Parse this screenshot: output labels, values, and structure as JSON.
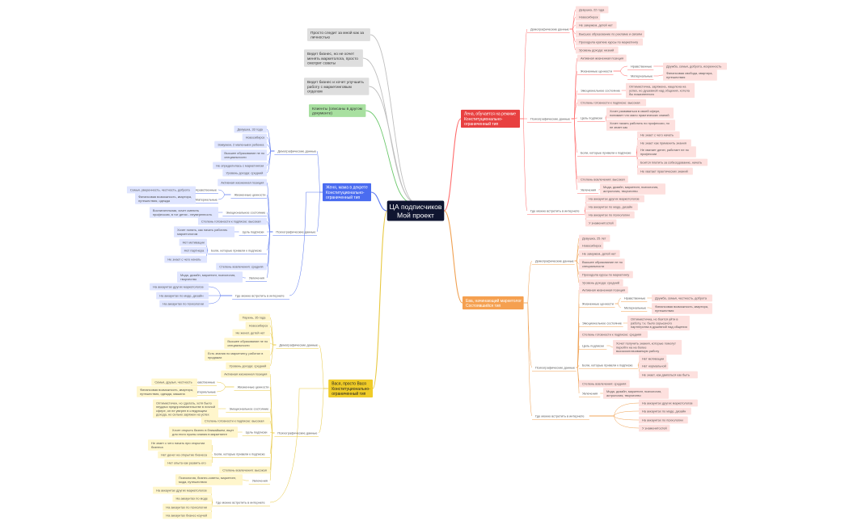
{
  "colors": {
    "red": "#ff6b6b",
    "orange": "#f0a050",
    "blue": "#5a78f0",
    "yellow": "#e8c840",
    "green": "#6cc86c",
    "gray": "#bfbfbf",
    "root_fill": "#0f1530",
    "red_fill": "#e84040",
    "red_leaf_fill": "#fde0de",
    "orange_fill": "#f5a050",
    "orange_leaf_fill": "#fde0de",
    "blue_fill": "#4a6cf0",
    "blue_leaf_fill": "#dfe5ff",
    "yellow_fill": "#f0cc28",
    "yellow_leaf_fill": "#fff6cc",
    "green_fill": "#a8e0a0",
    "gray_fill": "#dedede"
  },
  "root": {
    "lines": [
      "ЦА подписчиков",
      "Мой проект"
    ]
  },
  "gray_nodes": [
    {
      "id": "g1",
      "lines": [
        "Просто следит за мной как за",
        "личностью"
      ]
    },
    {
      "id": "g2",
      "lines": [
        "Ведет бизнес, но не хочет",
        "менять маркетолога, просто",
        "смотрит советы"
      ]
    },
    {
      "id": "g3",
      "lines": [
        "Ведет бизнес и хочет улучшить",
        "работу с маркетинговым",
        "отделом"
      ]
    }
  ],
  "green_node": {
    "lines": [
      "Клиенты (описаны в другом",
      "документе)"
    ]
  },
  "branches": {
    "lena": {
      "lines": [
        "Лена, обучается на режиме",
        "Конституционально-",
        "ограниченный тип"
      ],
      "nodes": [
        {
          "id": "lena_demo",
          "lines": [
            "Демографические данные"
          ]
        },
        {
          "id": "l_d1",
          "lines": [
            "Девушка, 22 года"
          ]
        },
        {
          "id": "l_d2",
          "lines": [
            "Новосибирск"
          ]
        },
        {
          "id": "l_d3",
          "lines": [
            "Не замужем, детей нет"
          ]
        },
        {
          "id": "l_d4",
          "lines": [
            "Высшее образование по рекламе и связям"
          ]
        },
        {
          "id": "l_d5",
          "lines": [
            "Проходила краткие курсы по маркетингу"
          ]
        },
        {
          "id": "l_d6",
          "lines": [
            "Уровень дохода: низкий"
          ]
        },
        {
          "id": "lena_psy",
          "lines": [
            "Психографические данные"
          ]
        },
        {
          "id": "l_p1",
          "lines": [
            "Активная жизненная позиция"
          ]
        },
        {
          "id": "l_p2",
          "lines": [
            "Жизненные ценности"
          ]
        },
        {
          "id": "l_p2a",
          "lines": [
            "Нравственные"
          ]
        },
        {
          "id": "l_p2a1",
          "lines": [
            "Дружба, семья, доброта, искренность"
          ]
        },
        {
          "id": "l_p2b",
          "lines": [
            "Материальные"
          ]
        },
        {
          "id": "l_p2b1",
          "lines": [
            "Финансовая свобода, квартира,",
            "путешествия"
          ]
        },
        {
          "id": "l_p3",
          "lines": [
            "Эмоциональное состояние"
          ]
        },
        {
          "id": "l_p3a",
          "lines": [
            "Оптимистична, заряжена, нацелена на",
            "успех, но душевной над общения, хотела",
            "бы пожизненного"
          ]
        },
        {
          "id": "l_p4",
          "lines": [
            "Степень готовности к подписке: высокая"
          ]
        },
        {
          "id": "l_p5",
          "lines": [
            "Цель подписки"
          ]
        },
        {
          "id": "l_p5a",
          "lines": [
            "Хочет развиваться в своей сфере,",
            "понимает что мало практических знаний"
          ]
        },
        {
          "id": "l_p5b",
          "lines": [
            "Хочет начать работать по профессии, но",
            "не знает как"
          ]
        },
        {
          "id": "l_p6",
          "lines": [
            "Боли, которые привели к подписке"
          ]
        },
        {
          "id": "l_p6a",
          "lines": [
            "Не знает с чего начать"
          ]
        },
        {
          "id": "l_p6b",
          "lines": [
            "Не знает как применить знания"
          ]
        },
        {
          "id": "l_p6c",
          "lines": [
            "Не хватает денег, работает не по",
            "профессии"
          ]
        },
        {
          "id": "l_p6d",
          "lines": [
            "Боится платить за собеседование, начать"
          ]
        },
        {
          "id": "l_p6e",
          "lines": [
            "Не хватает практических знаний"
          ]
        },
        {
          "id": "l_p7",
          "lines": [
            "Степень вовлечения: высокая"
          ]
        },
        {
          "id": "l_p8",
          "lines": [
            "Увлечения"
          ]
        },
        {
          "id": "l_p8a",
          "lines": [
            "Мода, дизайн, маркетинг, психология,",
            "астрология, творчество"
          ]
        },
        {
          "id": "lena_where",
          "lines": [
            "Где можно встретить в интернете"
          ]
        },
        {
          "id": "l_w1",
          "lines": [
            "На аккаунтах других маркетологов"
          ]
        },
        {
          "id": "l_w2",
          "lines": [
            "На аккаунтах по моде, дизайн"
          ]
        },
        {
          "id": "l_w3",
          "lines": [
            "На аккаунтах по психологии"
          ]
        },
        {
          "id": "l_w4",
          "lines": [
            "У знаменитостей"
          ]
        }
      ]
    },
    "eva": {
      "lines": [
        "Ева, начинающий маркетолог",
        "Состоявшийся тип"
      ],
      "nodes": [
        {
          "id": "eva_demo",
          "lines": [
            "Демографические данные"
          ]
        },
        {
          "id": "e_d1",
          "lines": [
            "Девушка, 25 лет"
          ]
        },
        {
          "id": "e_d2",
          "lines": [
            "Новосибирск"
          ]
        },
        {
          "id": "e_d3",
          "lines": [
            "Не замужем, детей нет"
          ]
        },
        {
          "id": "e_d4",
          "lines": [
            "Высшее образование не по",
            "специальности"
          ]
        },
        {
          "id": "e_d5",
          "lines": [
            "Проходила курсы по маркетингу"
          ]
        },
        {
          "id": "e_d6",
          "lines": [
            "Уровень дохода: средний"
          ]
        },
        {
          "id": "eva_psy",
          "lines": [
            "Психографические данные"
          ]
        },
        {
          "id": "e_p1",
          "lines": [
            "Активная жизненная позиция"
          ]
        },
        {
          "id": "e_p2",
          "lines": [
            "Жизненные ценности"
          ]
        },
        {
          "id": "e_p2a",
          "lines": [
            "Нравственные"
          ]
        },
        {
          "id": "e_p2a1",
          "lines": [
            "Дружба, семья, честность, доброта"
          ]
        },
        {
          "id": "e_p2b",
          "lines": [
            "Материальные"
          ]
        },
        {
          "id": "e_p2b1",
          "lines": [
            "Финансовая возможность, квартира,",
            "путешествия"
          ]
        },
        {
          "id": "e_p3",
          "lines": [
            "Эмоциональное состояние"
          ]
        },
        {
          "id": "e_p3a",
          "lines": [
            "Оптимистична, но боится уйти в",
            "работу, т.к. было серьезного",
            "партнерства в душевной над общения"
          ]
        },
        {
          "id": "e_p4",
          "lines": [
            "Степень готовности к подписке: средняя"
          ]
        },
        {
          "id": "e_p5",
          "lines": [
            "Цель подписки"
          ]
        },
        {
          "id": "e_p5a",
          "lines": [
            "Хочет получить знания, которые помогут",
            "перейти на на более",
            "высокооплачиваемую работу"
          ]
        },
        {
          "id": "e_p6",
          "lines": [
            "Боли, которые привели к подписке"
          ]
        },
        {
          "id": "e_p6a",
          "lines": [
            "Нет мотивации"
          ]
        },
        {
          "id": "e_p6b",
          "lines": [
            "Нет нормальной"
          ]
        },
        {
          "id": "e_p6c",
          "lines": [
            "Не знает, как двигаться как быть"
          ]
        },
        {
          "id": "e_p7",
          "lines": [
            "Степень вовлечения: средняя"
          ]
        },
        {
          "id": "e_p8",
          "lines": [
            "Увлечения"
          ]
        },
        {
          "id": "e_p8a",
          "lines": [
            "Мода, дизайн, маркетинг, психология,",
            "астрология, творчество"
          ]
        },
        {
          "id": "eva_where",
          "lines": [
            "Где можно встретить в интернете"
          ]
        },
        {
          "id": "e_w1",
          "lines": [
            "На аккаунтах других маркетологов"
          ]
        },
        {
          "id": "e_w2",
          "lines": [
            "На аккаунтах по моде, дизайн"
          ]
        },
        {
          "id": "e_w3",
          "lines": [
            "На аккаунтах по психологии"
          ]
        },
        {
          "id": "e_w4",
          "lines": [
            "У знаменитостей"
          ]
        }
      ]
    },
    "zhenya": {
      "lines": [
        "Женя, мама в декрете",
        "Конституционально-",
        "ограниченный тип"
      ],
      "nodes": [
        {
          "id": "zh_demo",
          "lines": [
            "Демографические данные"
          ]
        },
        {
          "id": "z_d1",
          "lines": [
            "Девушка, 33 года"
          ]
        },
        {
          "id": "z_d2",
          "lines": [
            "Новосибирск"
          ]
        },
        {
          "id": "z_d3",
          "lines": [
            "Замужем, 2 маленьких ребенка"
          ]
        },
        {
          "id": "z_d4",
          "lines": [
            "Высшее образование не по",
            "специальности"
          ]
        },
        {
          "id": "z_d5",
          "lines": [
            "Не определилась с маркетингом"
          ]
        },
        {
          "id": "z_d6",
          "lines": [
            "Уровень дохода: средний"
          ]
        },
        {
          "id": "zh_psy",
          "lines": [
            "Психографические данные"
          ]
        },
        {
          "id": "z_p1",
          "lines": [
            "Активная жизненная позиция"
          ]
        },
        {
          "id": "z_p2",
          "lines": [
            "Жизненные ценности"
          ]
        },
        {
          "id": "z_p2a",
          "lines": [
            "Нравственные"
          ]
        },
        {
          "id": "z_p2a1",
          "lines": [
            "Семья, уверенность, честность, доброта"
          ]
        },
        {
          "id": "z_p2b",
          "lines": [
            "Материальные"
          ]
        },
        {
          "id": "z_p2b1",
          "lines": [
            "Финансовая возможность, квартира,",
            "путешествия, одежда"
          ]
        },
        {
          "id": "z_p3",
          "lines": [
            "Эмоциональное состояние"
          ]
        },
        {
          "id": "z_p3a",
          "lines": [
            "Воспитательная, хочет сменить",
            "профессию, в тот детях - неуверенность"
          ]
        },
        {
          "id": "z_p4",
          "lines": [
            "Степень готовности к подписке: высокая"
          ]
        },
        {
          "id": "z_p5",
          "lines": [
            "Цель подписки"
          ]
        },
        {
          "id": "z_p5a",
          "lines": [
            "Хочет понять, как начать работать",
            "маркетологом"
          ]
        },
        {
          "id": "z_p6",
          "lines": [
            "Боли, которые привели к подписке"
          ]
        },
        {
          "id": "z_p6a",
          "lines": [
            "Нет мотивации"
          ]
        },
        {
          "id": "z_p6b",
          "lines": [
            "Нет партнера"
          ]
        },
        {
          "id": "z_p6c",
          "lines": [
            "Не знает с чего начать"
          ]
        },
        {
          "id": "z_p7",
          "lines": [
            "Степень вовлечения: средняя"
          ]
        },
        {
          "id": "z_p8",
          "lines": [
            "Увлечения"
          ]
        },
        {
          "id": "z_p8a",
          "lines": [
            "Мода, дизайн, маркетинг, психология,",
            "творчество"
          ]
        },
        {
          "id": "zh_where",
          "lines": [
            "Где можно встретить в интернете"
          ]
        },
        {
          "id": "z_w1",
          "lines": [
            "На аккаунтах других маркетологов"
          ]
        },
        {
          "id": "z_w2",
          "lines": [
            "На аккаунтах по моде, дизайн"
          ]
        },
        {
          "id": "z_w3",
          "lines": [
            "На аккаунтах по психологии"
          ]
        }
      ]
    },
    "vasya": {
      "lines": [
        "Вася, просто Вася",
        "Конституционально-",
        "ограниченный тип"
      ],
      "nodes": [
        {
          "id": "va_demo",
          "lines": [
            "Демографические данные"
          ]
        },
        {
          "id": "v_d1",
          "lines": [
            "Парень, 35 года"
          ]
        },
        {
          "id": "v_d2",
          "lines": [
            "Новосибирск"
          ]
        },
        {
          "id": "v_d3",
          "lines": [
            "Не женат, детей нет"
          ]
        },
        {
          "id": "v_d4",
          "lines": [
            "Высшее образование не по",
            "специальности"
          ]
        },
        {
          "id": "v_d5",
          "lines": [
            "Есть знания по маркетингу, работал в",
            "продажах"
          ]
        },
        {
          "id": "v_d6",
          "lines": [
            "Уровень дохода: средний"
          ]
        },
        {
          "id": "va_psy",
          "lines": [
            "Психографические данные"
          ]
        },
        {
          "id": "v_p1",
          "lines": [
            "Активная жизненная позиция"
          ]
        },
        {
          "id": "v_p2",
          "lines": [
            "Жизненные ценности"
          ]
        },
        {
          "id": "v_p2a",
          "lines": [
            "Нравственные"
          ]
        },
        {
          "id": "v_p2a1",
          "lines": [
            "Семья, друзья, честность"
          ]
        },
        {
          "id": "v_p2b",
          "lines": [
            "Материальные"
          ]
        },
        {
          "id": "v_p2b1",
          "lines": [
            "Финансовая возможность, квартира,",
            "путешествия, одежда, машина"
          ]
        },
        {
          "id": "v_p3",
          "lines": [
            "Эмоциональное состояние"
          ]
        },
        {
          "id": "v_p3a",
          "lines": [
            "Оптимистичен, но сделать, хотя было",
            "неудачи предпринимательстве в личной",
            "сфере, он не уверен в следующем",
            "дохода, но сильно заряжен на успех"
          ]
        },
        {
          "id": "v_p4",
          "lines": [
            "Степень готовности к подписке: высокая"
          ]
        },
        {
          "id": "v_p5",
          "lines": [
            "Цель подписки"
          ]
        },
        {
          "id": "v_p5a",
          "lines": [
            "Хочет открыть бизнес в ближайшем, ищет",
            "для этого нужны знания в маркетинге"
          ]
        },
        {
          "id": "v_p6",
          "lines": [
            "Боли, которые привели к подписке"
          ]
        },
        {
          "id": "v_p6a",
          "lines": [
            "Не знает с чего начать при открытии",
            "бизнеса"
          ]
        },
        {
          "id": "v_p6b",
          "lines": [
            "Нет денег на открытие бизнеса"
          ]
        },
        {
          "id": "v_p6c",
          "lines": [
            "Нет опыта как развить его"
          ]
        },
        {
          "id": "v_p7",
          "lines": [
            "Степень вовлечения: высокая"
          ]
        },
        {
          "id": "v_p8",
          "lines": [
            "Увлечения"
          ]
        },
        {
          "id": "v_p8a",
          "lines": [
            "Психология, бизнес-советы, маркетинг,",
            "мода, путешествия"
          ]
        },
        {
          "id": "va_where",
          "lines": [
            "Где можно встретить в интернете"
          ]
        },
        {
          "id": "v_w1",
          "lines": [
            "На аккаунтах других маркетологов"
          ]
        },
        {
          "id": "v_w2",
          "lines": [
            "На аккаунтах по моде"
          ]
        },
        {
          "id": "v_w3",
          "lines": [
            "На аккаунтах по психологии"
          ]
        },
        {
          "id": "v_w4",
          "lines": [
            "На аккаунтах бизнес-коучей"
          ]
        }
      ]
    }
  }
}
